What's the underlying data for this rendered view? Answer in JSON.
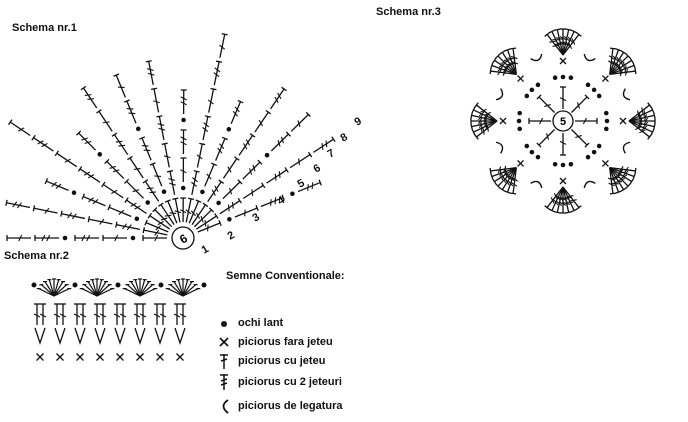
{
  "schemas": {
    "s1": {
      "title": "Schema nr.1",
      "center_number": "6",
      "row_numbers": [
        "1",
        "2",
        "3",
        "4",
        "5",
        "6",
        "7",
        "8",
        "9"
      ]
    },
    "s2": {
      "title": "Schema nr.2"
    },
    "s3": {
      "title": "Schema nr.3",
      "center_number": "5"
    }
  },
  "legend": {
    "title": "Semne Conventionale:",
    "items": [
      {
        "icon": "chain-stitch-dot-icon",
        "label": "ochi lant"
      },
      {
        "icon": "single-crochet-x-icon",
        "label": "piciorus fara jeteu"
      },
      {
        "icon": "double-crochet-icon",
        "label": "piciorus cu jeteu"
      },
      {
        "icon": "treble-crochet-icon",
        "label": "piciorus cu 2 jeteuri"
      },
      {
        "icon": "slip-stitch-arc-icon",
        "label": "piciorus de legatura"
      }
    ]
  },
  "colors": {
    "ink": "#111111",
    "background": "#ffffff"
  }
}
